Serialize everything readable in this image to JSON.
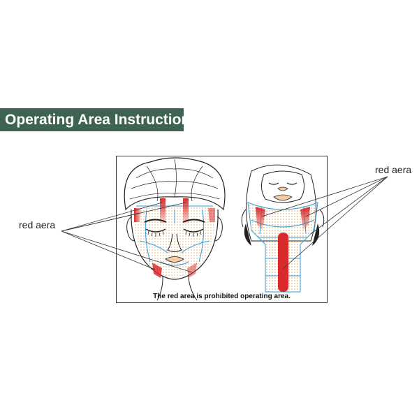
{
  "banner": {
    "title": "Operating Area Instruction"
  },
  "callouts": {
    "left_label": "red aera",
    "right_label": "red aera"
  },
  "diagram": {
    "caption": "The red area is prohibited operating area."
  },
  "colors": {
    "banner_bg": "#3e6451",
    "prohibited_red": "#d92b2b",
    "zone_outline": "#2f9fd6",
    "dot_color": "#e0a15a",
    "skin": "#f3cca5"
  },
  "icons": {
    "front_face": "front-face-illustration",
    "neck_view": "neck-chin-illustration"
  }
}
